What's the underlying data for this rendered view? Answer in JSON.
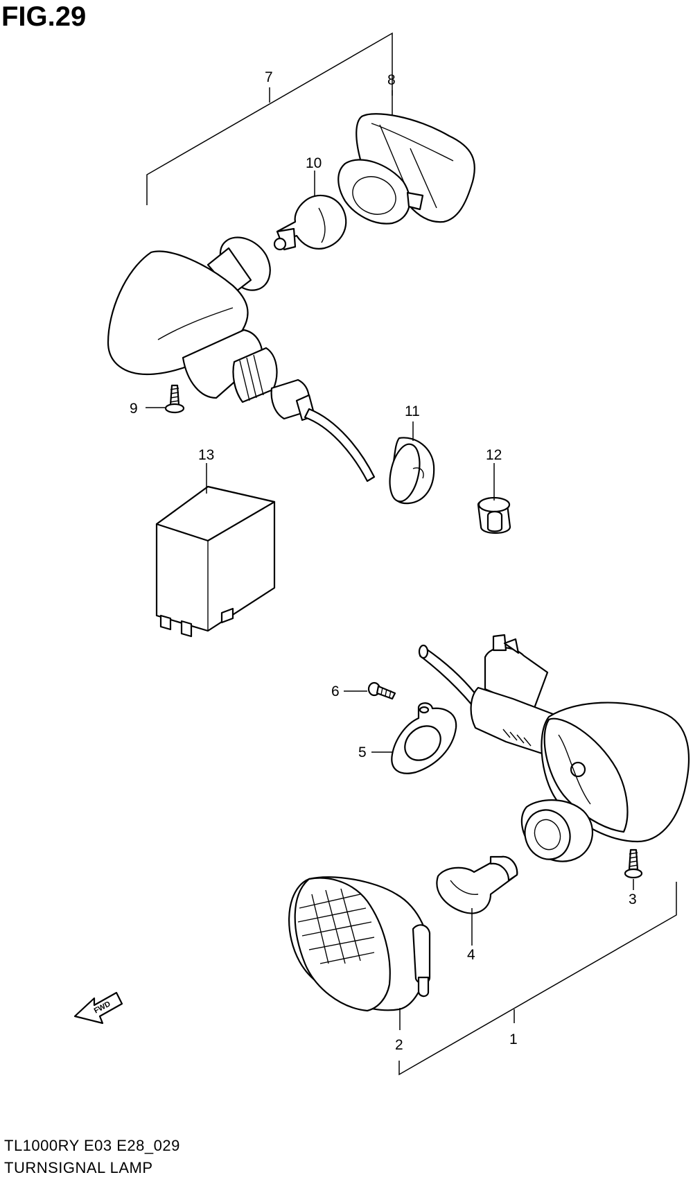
{
  "figure": {
    "title": "FIG.29",
    "model_code": "TL1000RY E03 E28_029",
    "name": "TURNSIGNAL LAMP"
  },
  "fwd_arrow": {
    "label": "FWD"
  },
  "callouts": [
    {
      "ref": "1",
      "label": "1"
    },
    {
      "ref": "2",
      "label": "2"
    },
    {
      "ref": "3",
      "label": "3"
    },
    {
      "ref": "4",
      "label": "4"
    },
    {
      "ref": "5",
      "label": "5"
    },
    {
      "ref": "6",
      "label": "6"
    },
    {
      "ref": "7",
      "label": "7"
    },
    {
      "ref": "8",
      "label": "8"
    },
    {
      "ref": "9",
      "label": "9"
    },
    {
      "ref": "10",
      "label": "10"
    },
    {
      "ref": "11",
      "label": "11"
    },
    {
      "ref": "12",
      "label": "12"
    },
    {
      "ref": "13",
      "label": "13"
    }
  ]
}
